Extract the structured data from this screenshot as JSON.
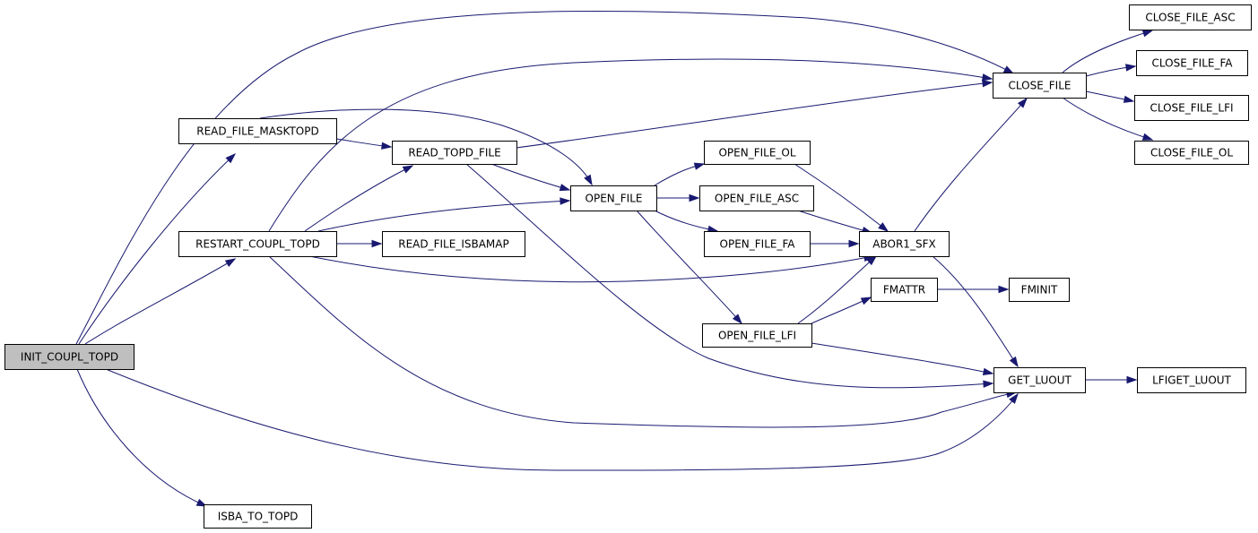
{
  "graph": {
    "nodes": [
      {
        "id": "init_coupl_topd",
        "label": "INIT_COUPL_TOPD",
        "root": true
      },
      {
        "id": "read_file_masktopd",
        "label": "READ_FILE_MASKTOPD"
      },
      {
        "id": "restart_coupl_topd",
        "label": "RESTART_COUPL_TOPD"
      },
      {
        "id": "isba_to_topd",
        "label": "ISBA_TO_TOPD"
      },
      {
        "id": "read_topd_file",
        "label": "READ_TOPD_FILE"
      },
      {
        "id": "read_file_isbamap",
        "label": "READ_FILE_ISBAMAP"
      },
      {
        "id": "open_file",
        "label": "OPEN_FILE"
      },
      {
        "id": "open_file_ol",
        "label": "OPEN_FILE_OL"
      },
      {
        "id": "open_file_asc",
        "label": "OPEN_FILE_ASC"
      },
      {
        "id": "open_file_fa",
        "label": "OPEN_FILE_FA"
      },
      {
        "id": "open_file_lfi",
        "label": "OPEN_FILE_LFI"
      },
      {
        "id": "abor1_sfx",
        "label": "ABOR1_SFX"
      },
      {
        "id": "fmattr",
        "label": "FMATTR"
      },
      {
        "id": "fminit",
        "label": "FMINIT"
      },
      {
        "id": "close_file",
        "label": "CLOSE_FILE"
      },
      {
        "id": "get_luout",
        "label": "GET_LUOUT"
      },
      {
        "id": "close_file_asc",
        "label": "CLOSE_FILE_ASC"
      },
      {
        "id": "close_file_fa",
        "label": "CLOSE_FILE_FA"
      },
      {
        "id": "close_file_lfi",
        "label": "CLOSE_FILE_LFI"
      },
      {
        "id": "close_file_ol",
        "label": "CLOSE_FILE_OL"
      },
      {
        "id": "lfiget_luout",
        "label": "LFIGET_LUOUT"
      }
    ],
    "edges": [
      {
        "from": "init_coupl_topd",
        "to": "read_file_masktopd"
      },
      {
        "from": "init_coupl_topd",
        "to": "restart_coupl_topd"
      },
      {
        "from": "init_coupl_topd",
        "to": "isba_to_topd"
      },
      {
        "from": "init_coupl_topd",
        "to": "close_file"
      },
      {
        "from": "init_coupl_topd",
        "to": "get_luout"
      },
      {
        "from": "read_file_masktopd",
        "to": "read_topd_file"
      },
      {
        "from": "read_file_masktopd",
        "to": "open_file"
      },
      {
        "from": "read_topd_file",
        "to": "open_file"
      },
      {
        "from": "read_topd_file",
        "to": "close_file"
      },
      {
        "from": "read_topd_file",
        "to": "get_luout"
      },
      {
        "from": "restart_coupl_topd",
        "to": "read_topd_file"
      },
      {
        "from": "restart_coupl_topd",
        "to": "read_file_isbamap"
      },
      {
        "from": "restart_coupl_topd",
        "to": "open_file"
      },
      {
        "from": "restart_coupl_topd",
        "to": "close_file"
      },
      {
        "from": "restart_coupl_topd",
        "to": "abor1_sfx"
      },
      {
        "from": "restart_coupl_topd",
        "to": "get_luout"
      },
      {
        "from": "open_file",
        "to": "open_file_ol"
      },
      {
        "from": "open_file",
        "to": "open_file_asc"
      },
      {
        "from": "open_file",
        "to": "open_file_fa"
      },
      {
        "from": "open_file",
        "to": "open_file_lfi"
      },
      {
        "from": "open_file_ol",
        "to": "abor1_sfx"
      },
      {
        "from": "open_file_asc",
        "to": "abor1_sfx"
      },
      {
        "from": "open_file_fa",
        "to": "abor1_sfx"
      },
      {
        "from": "open_file_lfi",
        "to": "abor1_sfx"
      },
      {
        "from": "open_file_lfi",
        "to": "fmattr"
      },
      {
        "from": "open_file_lfi",
        "to": "get_luout"
      },
      {
        "from": "abor1_sfx",
        "to": "close_file"
      },
      {
        "from": "abor1_sfx",
        "to": "get_luout"
      },
      {
        "from": "fmattr",
        "to": "fminit"
      },
      {
        "from": "close_file",
        "to": "close_file_asc"
      },
      {
        "from": "close_file",
        "to": "close_file_fa"
      },
      {
        "from": "close_file",
        "to": "close_file_lfi"
      },
      {
        "from": "close_file",
        "to": "close_file_ol"
      },
      {
        "from": "get_luout",
        "to": "lfiget_luout"
      }
    ]
  }
}
